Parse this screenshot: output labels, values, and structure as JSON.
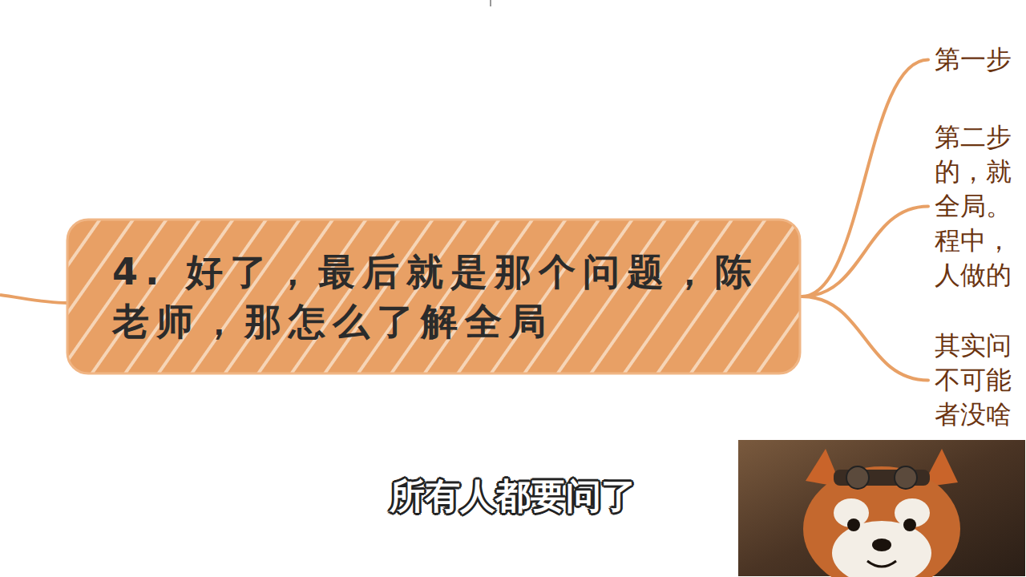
{
  "diagram": {
    "nodes": [
      {
        "text": [
          "4. 好了，最后就是那个问题，陈老师，那怎么了解全局"
        ]
      },
      {
        "text": [
          "第一步"
        ]
      },
      {
        "text": [
          "第二步 的，就 全局。 程中， 人做的"
        ]
      },
      {
        "text": [
          "其实问 不可能 者没啥"
        ]
      }
    ],
    "edges": [
      {
        "from": 0,
        "to": 1,
        "arrow": "none"
      },
      {
        "from": 0,
        "to": 2,
        "arrow": "none"
      },
      {
        "from": 0,
        "to": 3,
        "arrow": "none"
      }
    ],
    "labels": [
      "所有人都要问了"
    ]
  }
}
